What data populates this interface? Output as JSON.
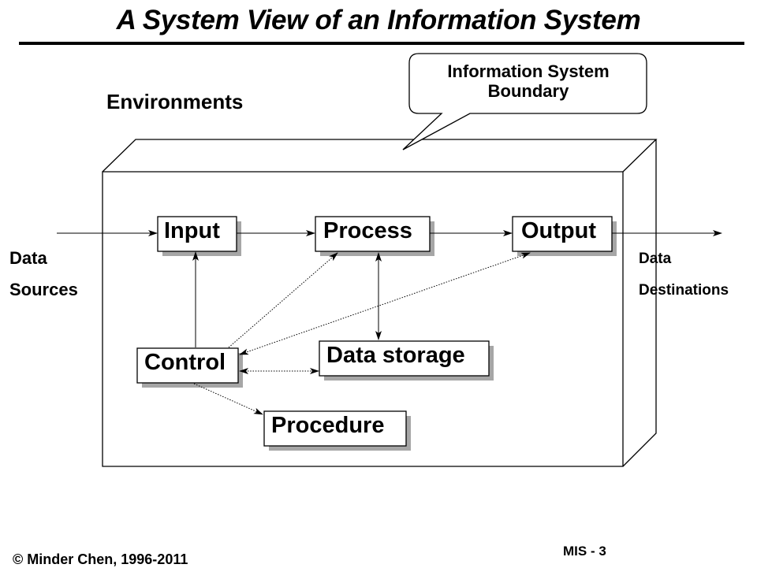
{
  "title": "A System View of an Information System",
  "environments_label": "Environments",
  "boundary_callout": {
    "line1": "Information System",
    "line2": "Boundary"
  },
  "data_sources": {
    "line1": "Data",
    "line2": "Sources"
  },
  "data_destinations": {
    "line1": "Data",
    "line2": "Destinations"
  },
  "nodes": {
    "input": "Input",
    "process": "Process",
    "output": "Output",
    "control": "Control",
    "data_storage": "Data storage",
    "procedure": "Procedure"
  },
  "footer": {
    "copyright": "© Minder Chen, 1996-2011",
    "slide_number": "MIS - 3"
  }
}
